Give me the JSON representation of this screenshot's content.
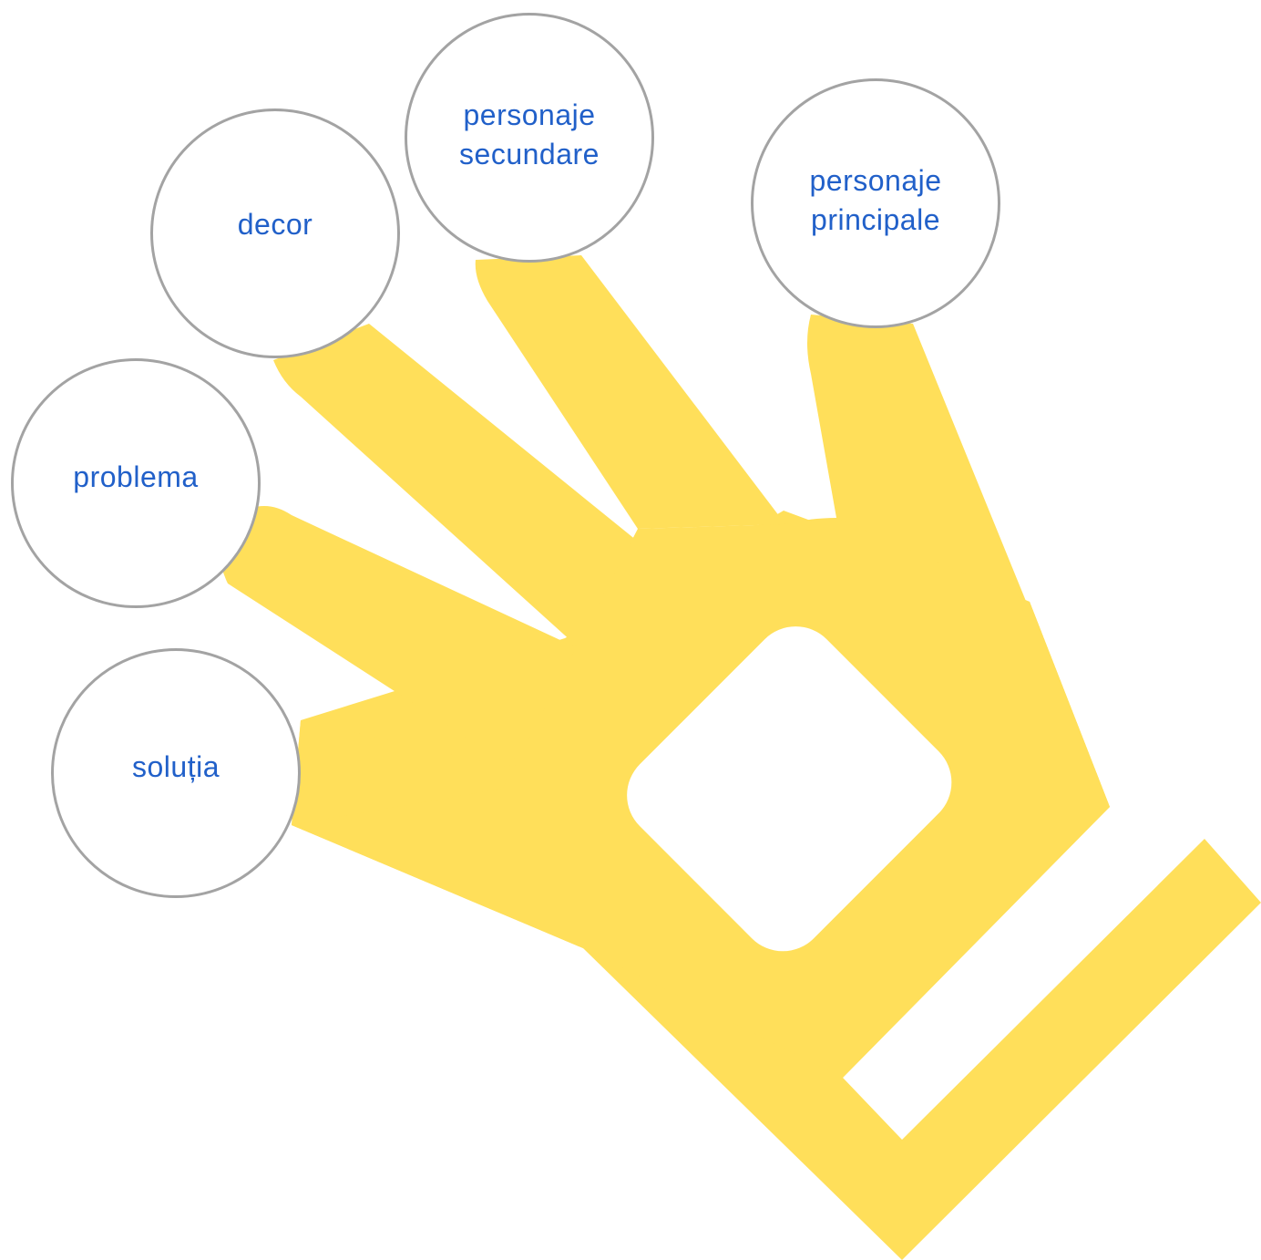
{
  "colors": {
    "hand": "#ffdf5a",
    "label_text": "#2160c9",
    "circle_border": "#a3a3a3",
    "background": "#ffffff"
  },
  "hand": {
    "icon": "hand-icon"
  },
  "fingers": [
    {
      "id": "principale",
      "label": "personaje principale"
    },
    {
      "id": "secundare",
      "label": "personaje secundare"
    },
    {
      "id": "decor",
      "label": "decor"
    },
    {
      "id": "problema",
      "label": "problema"
    },
    {
      "id": "solutia",
      "label": "soluția"
    }
  ]
}
